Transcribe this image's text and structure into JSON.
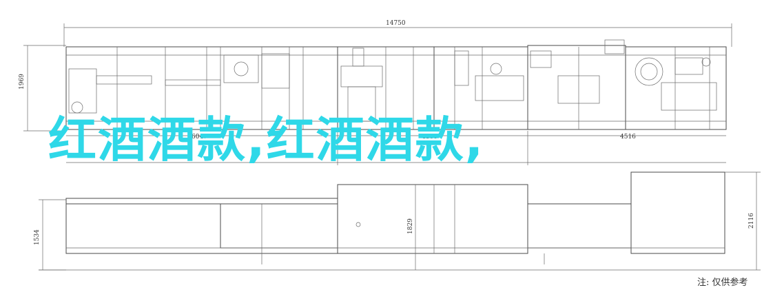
{
  "dimensions": {
    "top_total": "14750",
    "left_height_top": "1969",
    "seg_a": "6047",
    "seg_b": "4188",
    "seg_c": "4516",
    "left_height_bottom": "1534",
    "mid_height_bottom": "1829",
    "right_height_bottom": "2116"
  },
  "overlay_text": "红酒酒款,红酒酒款,",
  "note": "注: 仅供参考",
  "colors": {
    "overlay": "#2fd8e8",
    "lines": "#4a4a4a"
  }
}
